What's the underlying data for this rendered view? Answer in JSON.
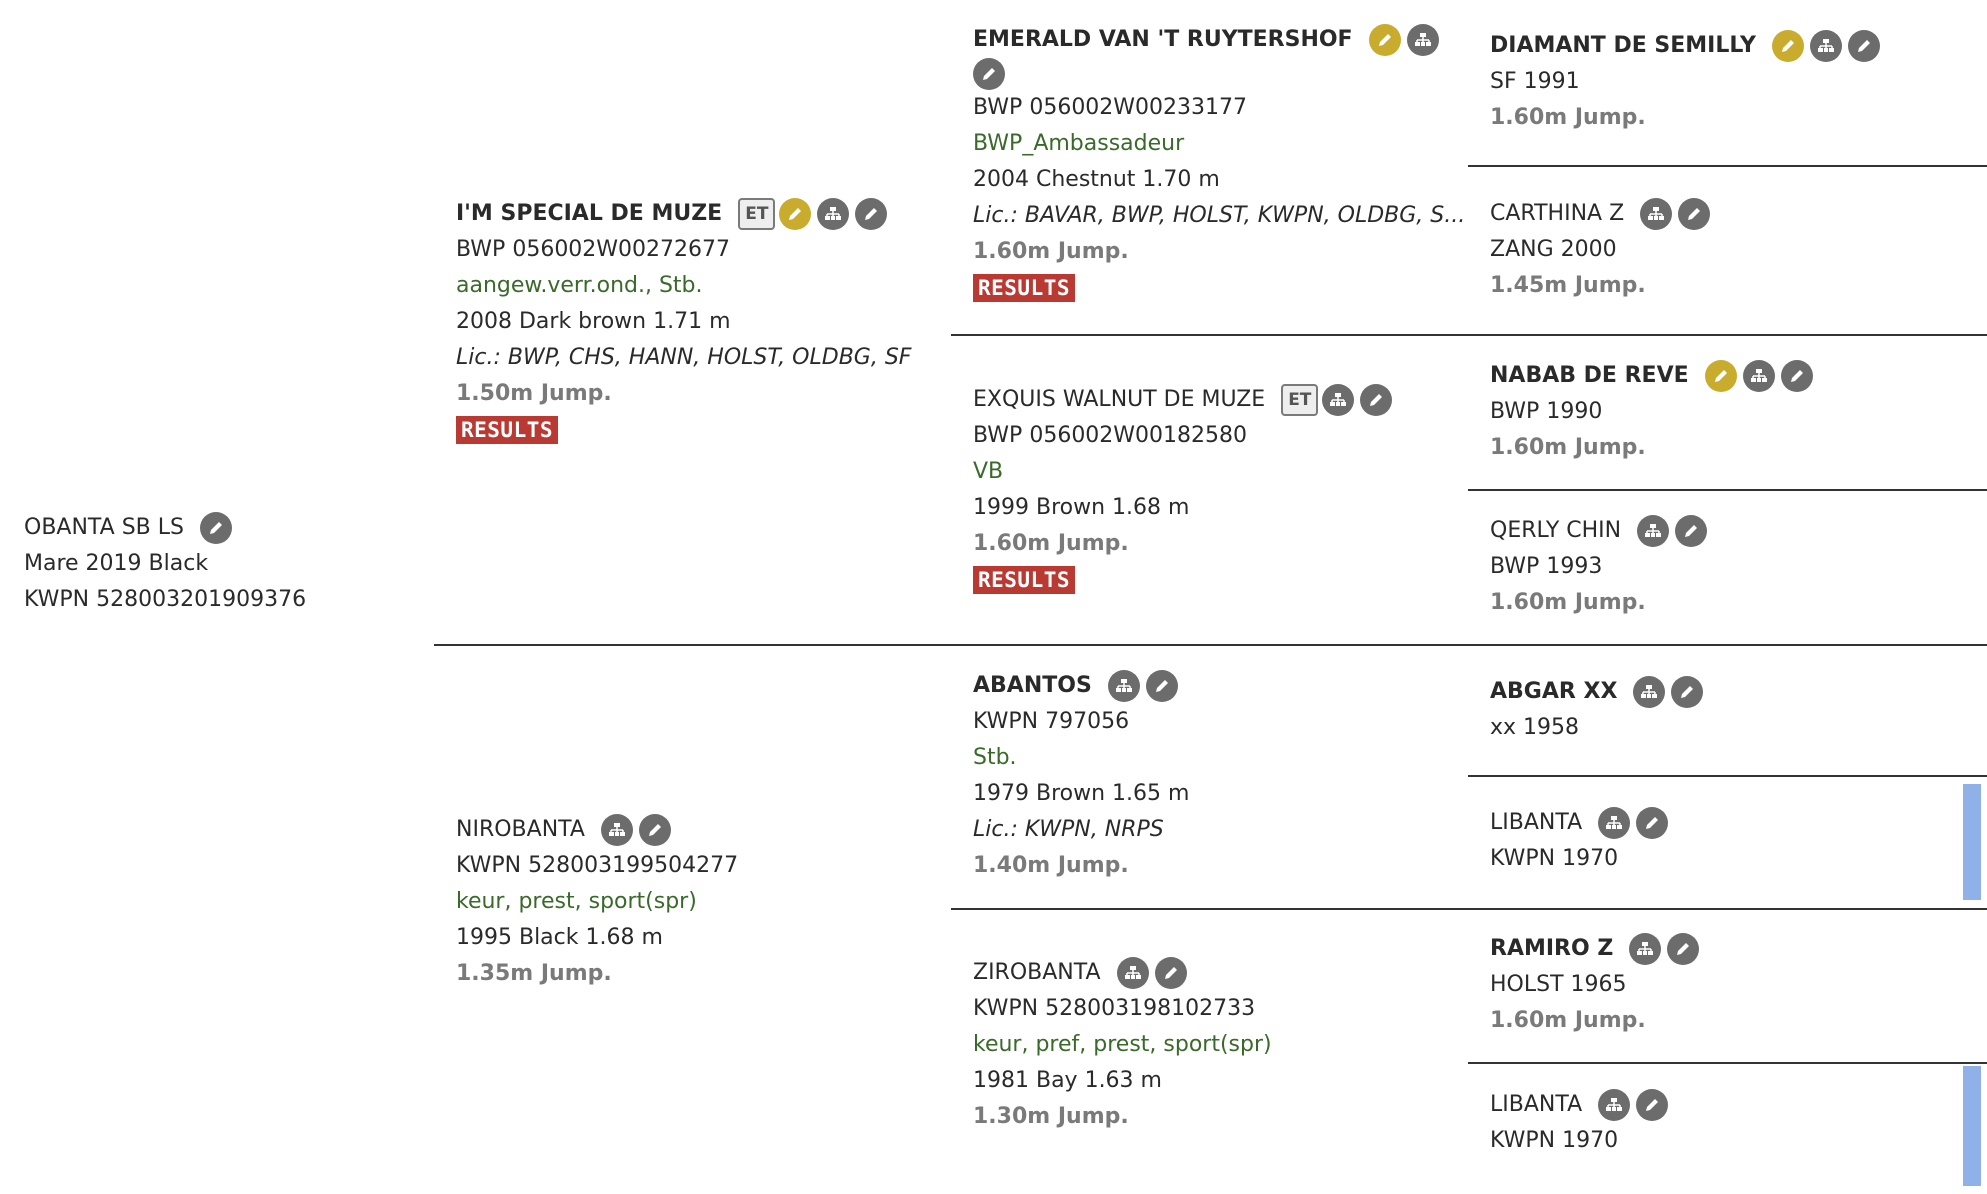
{
  "subject": {
    "name": "OBANTA SB LS",
    "line1": "Mare 2019 Black",
    "line2": "KWPN 528003201909376"
  },
  "sire": {
    "name": "I'M SPECIAL DE MUZE",
    "et": "ET",
    "reg": "BWP 056002W00272677",
    "predicates": "aangew.verr.ond., Stb.",
    "info": "2008 Dark brown 1.71 m",
    "lic": "Lic.: BWP, CHS, HANN, HOLST, OLDBG, SF",
    "jump": "1.50m Jump.",
    "results": "RESULTS"
  },
  "dam": {
    "name": "NIROBANTA",
    "reg": "KWPN 528003199504277",
    "predicates": "keur, prest, sport(spr)",
    "info": "1995 Black 1.68 m",
    "jump": "1.35m Jump."
  },
  "ss": {
    "name": "EMERALD VAN 'T RUYTERSHOF",
    "reg": "BWP 056002W00233177",
    "predicates": "BWP_Ambassadeur",
    "info": "2004 Chestnut 1.70 m",
    "lic": "Lic.: BAVAR, BWP, HOLST, KWPN, OLDBG, S...",
    "jump": "1.60m Jump.",
    "results": "RESULTS"
  },
  "sd": {
    "name": "EXQUIS WALNUT DE MUZE",
    "et": "ET",
    "reg": "BWP 056002W00182580",
    "predicates": "VB",
    "info": "1999 Brown 1.68 m",
    "jump": "1.60m Jump.",
    "results": "RESULTS"
  },
  "ds": {
    "name": "ABANTOS",
    "reg": "KWPN 797056",
    "predicates": "Stb.",
    "info": "1979 Brown 1.65 m",
    "lic": "Lic.: KWPN, NRPS",
    "jump": "1.40m Jump."
  },
  "dd": {
    "name": "ZIROBANTA",
    "reg": "KWPN 528003198102733",
    "predicates": "keur, pref, prest, sport(spr)",
    "info": "1981 Bay 1.63 m",
    "jump": "1.30m Jump."
  },
  "sss": {
    "name": "DIAMANT DE SEMILLY",
    "info": "SF 1991",
    "jump": "1.60m Jump."
  },
  "ssd": {
    "name": "CARTHINA Z",
    "info": "ZANG 2000",
    "jump": "1.45m Jump."
  },
  "sds": {
    "name": "NABAB DE REVE",
    "info": "BWP 1990",
    "jump": "1.60m Jump."
  },
  "sdd": {
    "name": "QERLY CHIN",
    "info": "BWP 1993",
    "jump": "1.60m Jump."
  },
  "dss": {
    "name": "ABGAR XX",
    "info": "xx 1958"
  },
  "dsd": {
    "name": "LIBANTA",
    "info": "KWPN 1970"
  },
  "dds": {
    "name": "RAMIRO Z",
    "info": "HOLST 1965",
    "jump": "1.60m Jump."
  },
  "ddd": {
    "name": "LIBANTA",
    "info": "KWPN 1970"
  },
  "icons": {
    "key": "key-icon",
    "pedigree": "pedigree-icon",
    "edit": "pencil-icon"
  },
  "colors": {
    "predicates_green": "#3a6a2a",
    "results_red": "#b83a32",
    "key_gold": "#c9ac2e",
    "icon_gray": "#6c6c6c",
    "highlight_blue": "#8fb1e8"
  }
}
